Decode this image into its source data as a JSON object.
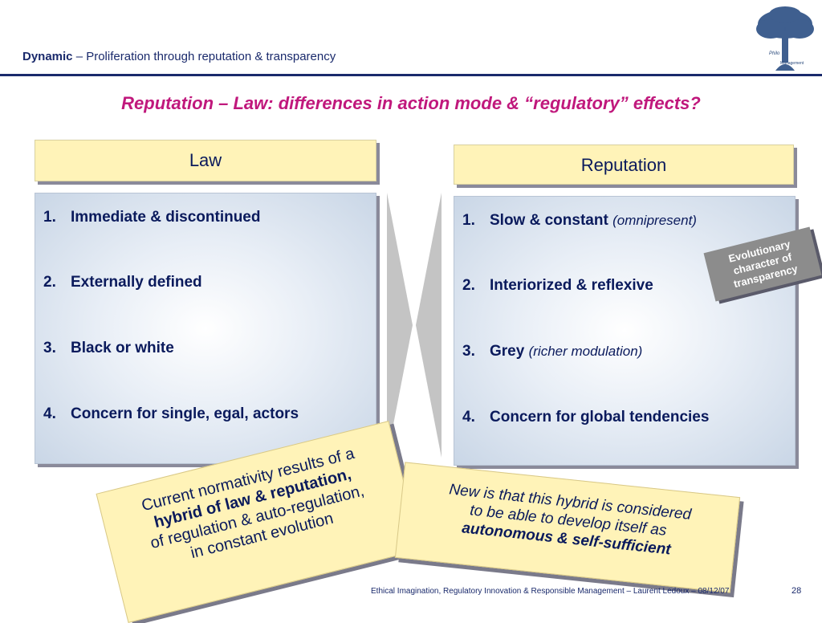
{
  "header": {
    "title_bold": "Dynamic",
    "title_rest": " – Proliferation through reputation & transparency"
  },
  "logo": {
    "icon": "tree-icon",
    "line1": "Philo",
    "line2": "Management"
  },
  "slide_title": "Reputation – Law: differences in action mode & “regulatory” effects?",
  "law": {
    "header": "Law",
    "items": [
      {
        "num": "1.",
        "text": "Immediate & discontinued"
      },
      {
        "num": "2.",
        "text": "Externally defined"
      },
      {
        "num": "3.",
        "text": "Black or white"
      },
      {
        "num": "4.",
        "text": "Concern for single, egal, actors"
      }
    ]
  },
  "reputation": {
    "header": "Reputation",
    "items": [
      {
        "num": "1.",
        "text": "Slow & constant ",
        "note": "(omnipresent)"
      },
      {
        "num": "2.",
        "text": "Interiorized & reflexive",
        "note": ""
      },
      {
        "num": "3.",
        "text": "Grey ",
        "note": "(richer modulation)"
      },
      {
        "num": "4.",
        "text": "Concern for global tendencies",
        "note": ""
      }
    ]
  },
  "tag": {
    "line1": "Evolutionary",
    "line2": "character of",
    "line3": "transparency"
  },
  "note1": {
    "line1": "Current normativity results of a",
    "line2": "hybrid of law & reputation,",
    "line3": "of regulation & auto-regulation,",
    "line4": "in constant evolution"
  },
  "note2": {
    "line1": "New is that this hybrid is considered",
    "line2": "to be able to develop itself as",
    "line3": "autonomous & self-sufficient"
  },
  "footer": {
    "text": "Ethical Imagination, Regulatory Innovation & Responsible Management – Laurent Ledoux  –  08/12/07",
    "page": "28"
  },
  "colors": {
    "accent": "#c0187c",
    "navy": "#1a2a6c",
    "note_bg": "#fff3b8",
    "box_bg": "#c9d6e6"
  }
}
